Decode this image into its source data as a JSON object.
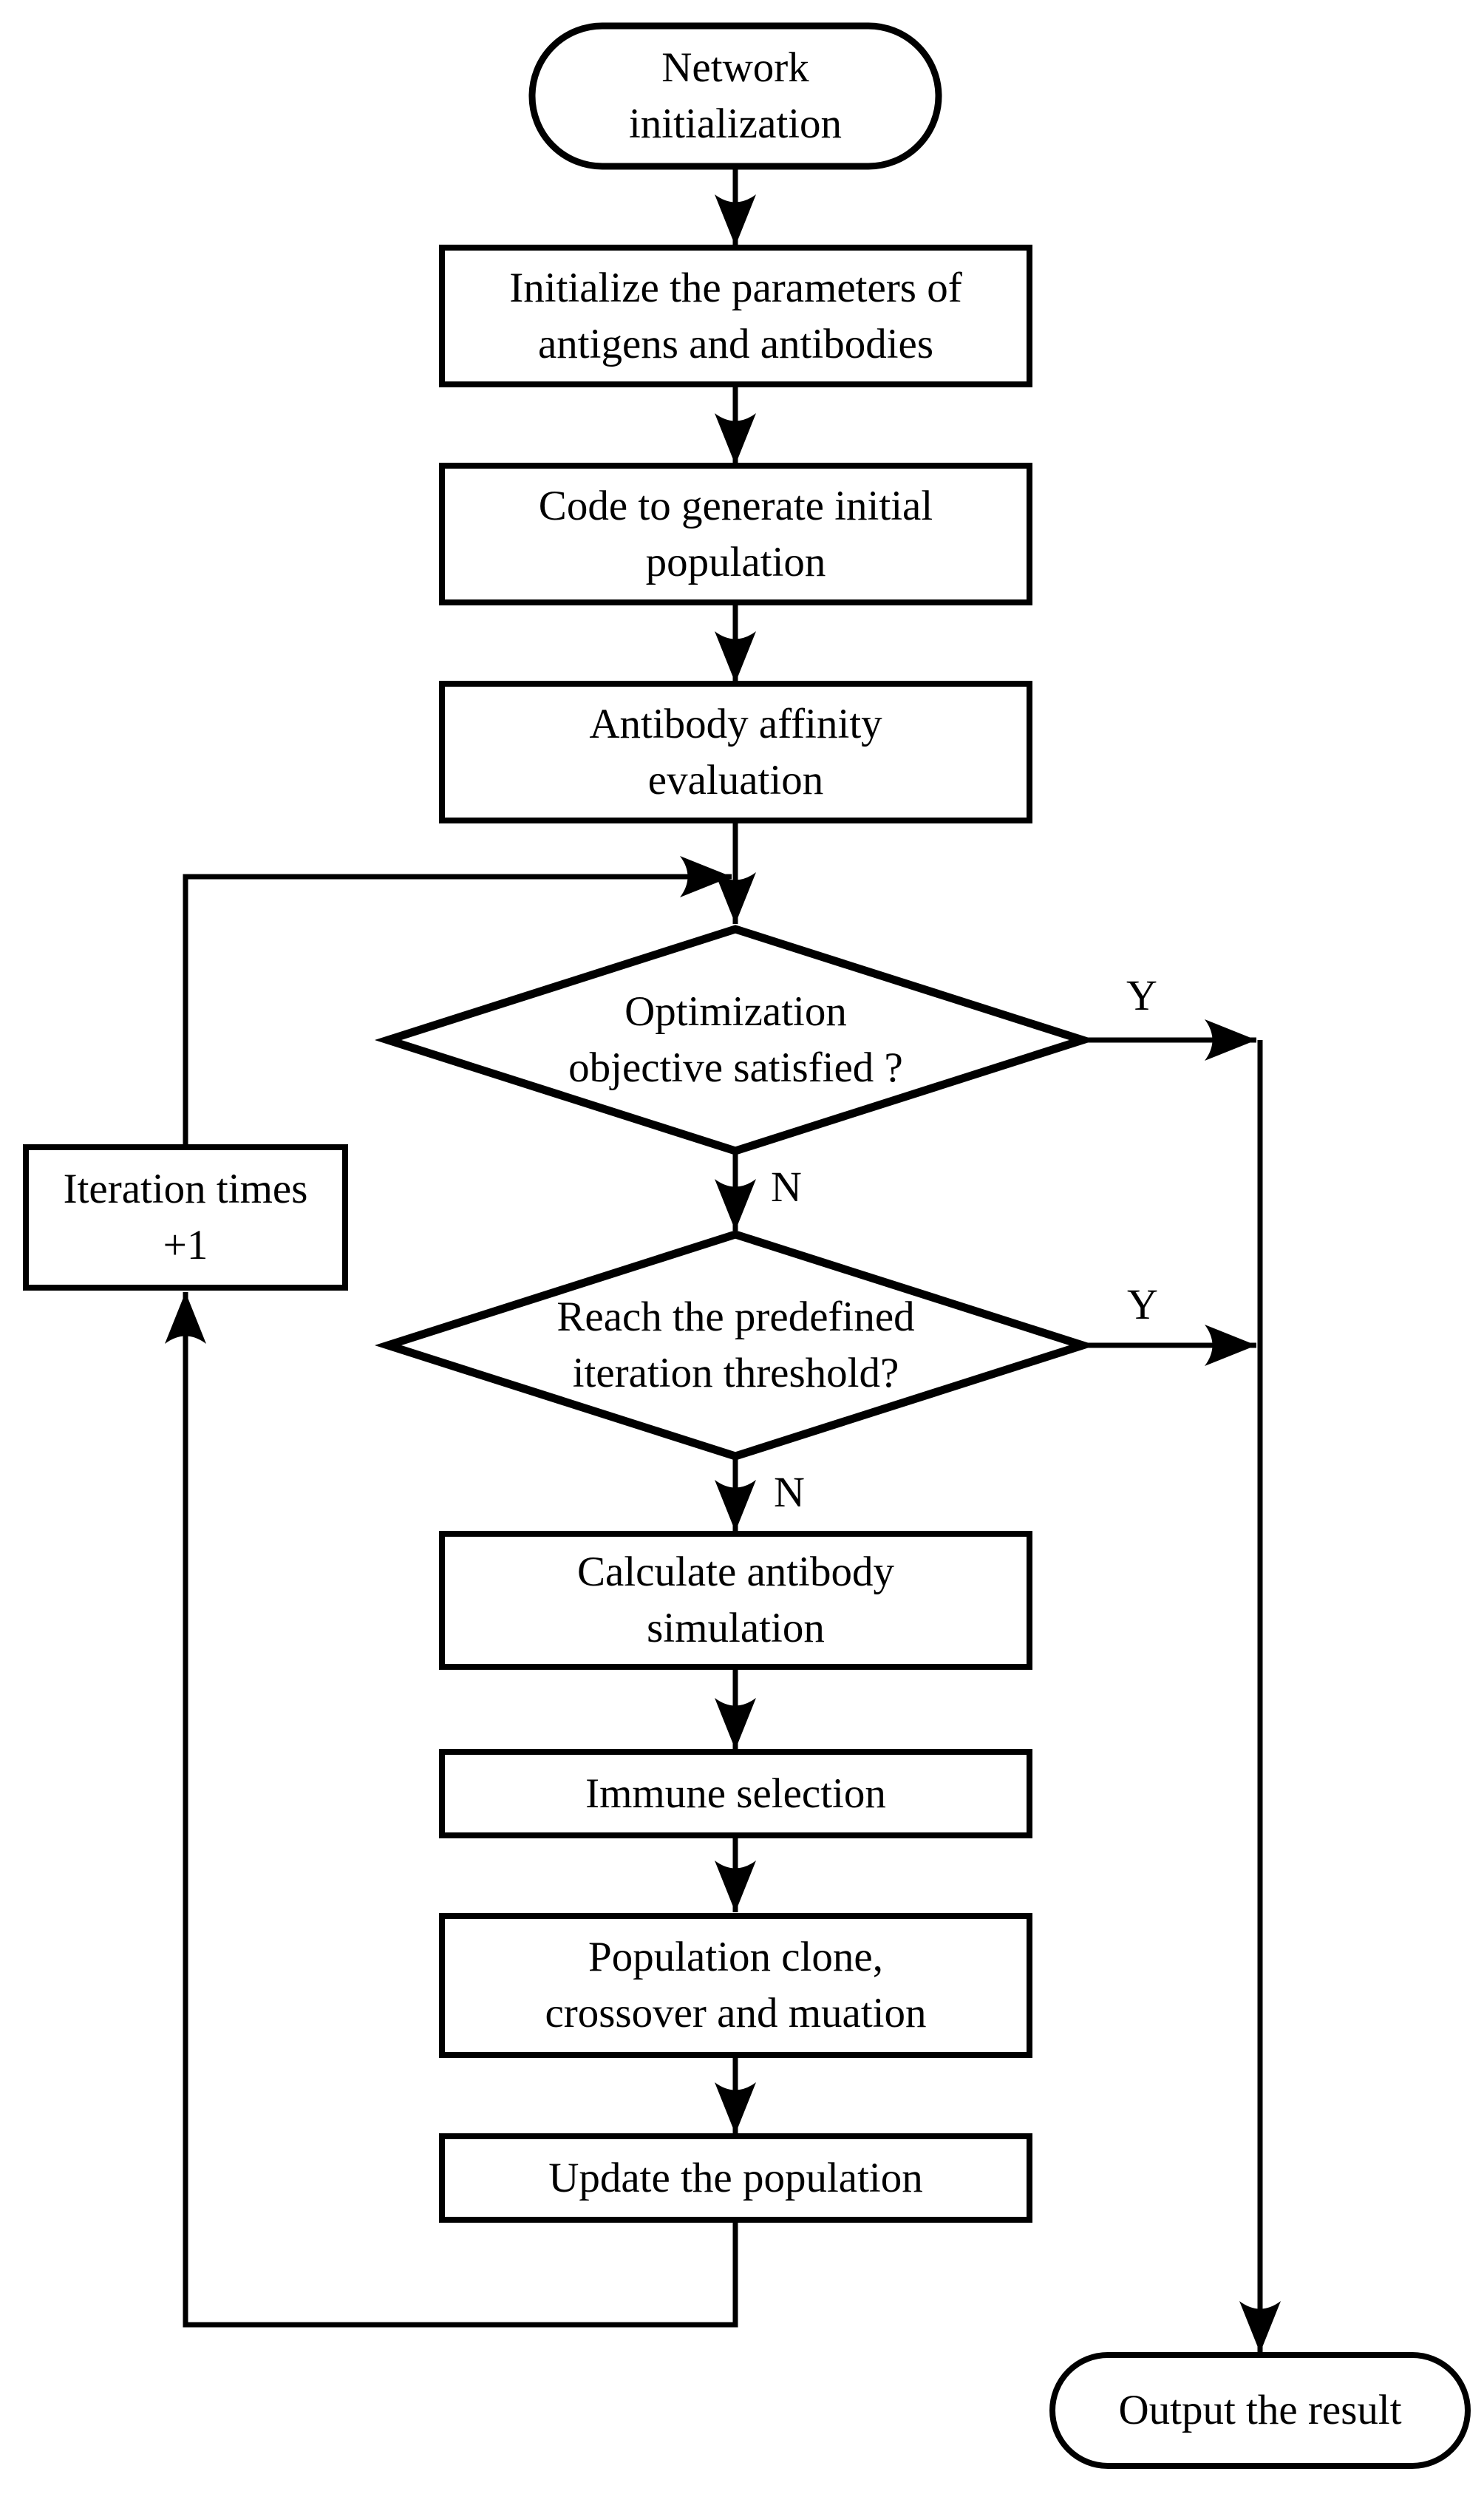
{
  "flowchart": {
    "nodes": {
      "start": {
        "type": "terminator",
        "label": "Network\ninitialization"
      },
      "init_parameters": {
        "type": "process",
        "label": "Initialize the parameters of\nantigens and antibodies"
      },
      "code_generate": {
        "type": "process",
        "label": "Code to generate initial\npopulation"
      },
      "affinity_eval": {
        "type": "process",
        "label": "Antibody affinity\nevaluation"
      },
      "optimization_q": {
        "type": "decision",
        "label": "Optimization\nobjective satisfied ?"
      },
      "iteration_times": {
        "type": "process",
        "label": "Iteration times\n+1"
      },
      "threshold_q": {
        "type": "decision",
        "label": "Reach the predefined\niteration threshold?"
      },
      "calc_simulation": {
        "type": "process",
        "label": "Calculate antibody\nsimulation"
      },
      "immune_selection": {
        "type": "process",
        "label": "Immune selection"
      },
      "population_clone": {
        "type": "process",
        "label": "Population clone,\ncrossover and muation"
      },
      "update_population": {
        "type": "process",
        "label": "Update the population"
      },
      "output": {
        "type": "terminator",
        "label": "Output the result"
      }
    },
    "branch_labels": {
      "optimization_yes": "Y",
      "optimization_no": "N",
      "threshold_yes": "Y",
      "threshold_no": "N"
    },
    "colors": {
      "line": "#000000",
      "fill": "#ffffff",
      "text": "#000000"
    }
  }
}
